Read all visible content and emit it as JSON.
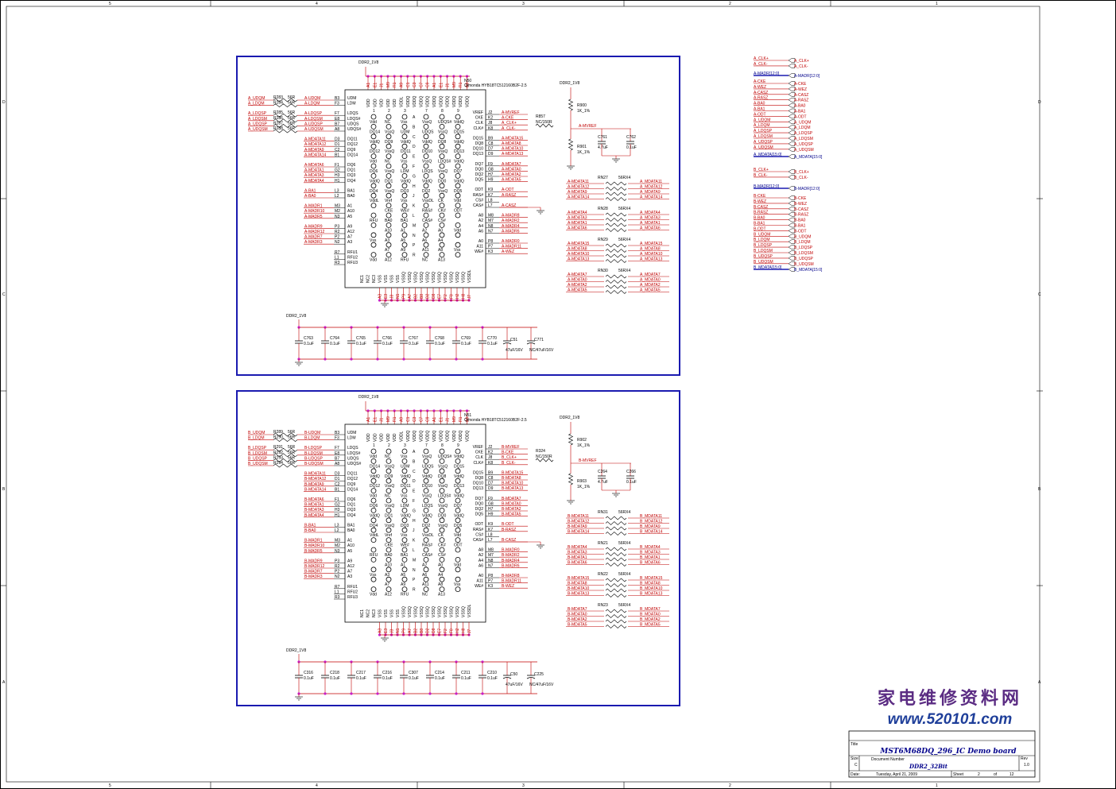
{
  "frame": {
    "top_numbers": [
      "5",
      "4",
      "3",
      "2",
      "1"
    ],
    "side_letters": [
      "D",
      "C",
      "B",
      "A"
    ]
  },
  "watermark": {
    "line1": "家电维修资料网",
    "line2": "www.520101.com"
  },
  "title_block": {
    "title_label": "Title",
    "title": "MST6M68DQ_296_IC Demo board",
    "size_label": "Size",
    "size": "C",
    "doc_label": "Document Number",
    "doc_number": "DDR2_32Bit",
    "rev_label": "Rev",
    "rev": "1.0",
    "date_label": "Date:",
    "date": "Tuesday, April 21, 2009",
    "sheet_label": "Sheet",
    "sheet": "2",
    "of_label": "of",
    "total": "12"
  },
  "chip_common": {
    "part": "Qimonda HYB18TC512160B2F-2.5",
    "supply": "DDR2_1V8",
    "vref_net": "MVREF",
    "r_top_val": "1K_1%",
    "cap_small": "4.7uF",
    "cap_01": "0.1uF",
    "rn_val": "56RX4",
    "res_56": "56R",
    "cap_big": "47uF/16V",
    "cap_big_nc": "NC/47uF/16V",
    "top_pins": [
      "A1",
      "E1",
      "J1",
      "M9",
      "R1",
      "A9",
      "C1",
      "C3",
      "C7",
      "C9"
    ],
    "top_vdd": [
      "VDD",
      "VDD",
      "VDD",
      "VDD",
      "VDD",
      "VDDL",
      "VDDQ",
      "VDDQ",
      "VDDQ",
      "VDDQ",
      "VDDQ",
      "VDDQ",
      "VDDQ",
      "VDDQ",
      "VDDQ",
      "VDDQ"
    ],
    "left_pins": [
      "UDM",
      "LDM",
      "LDQS",
      "LDQS#",
      "UDQS",
      "UDQS#",
      "DQ11",
      "DQ12",
      "DQ9",
      "DQ14",
      "DQ6",
      "DQ1",
      "DQ3",
      "DQ4",
      "BA1",
      "BA0",
      "A1",
      "A10",
      "A5",
      "A9",
      "A12",
      "A7",
      "A3",
      "RFU1",
      "RFU2",
      "RFU3"
    ],
    "left_nums": [
      "B3",
      "F3",
      "F7",
      "E8",
      "B7",
      "A8",
      "D3",
      "D1",
      "C2",
      "B1",
      "F1",
      "G2",
      "H3",
      "H1",
      "L3",
      "L2",
      "M3",
      "M2",
      "N3",
      "P3",
      "R2",
      "P2",
      "N2",
      "R7",
      "L1",
      "R3"
    ],
    "right_pins": [
      "VREF",
      "CKE",
      "CLK",
      "CLK#",
      "DQ15",
      "DQ8",
      "DQ10",
      "DQ13",
      "DQ7",
      "DQ0",
      "DQ2",
      "DQ5",
      "ODT",
      "RAS#",
      "CS#",
      "CAS#",
      "A8",
      "A2",
      "A4",
      "A6",
      "A0",
      "A11",
      "WE#"
    ],
    "right_nums": [
      "J2",
      "K2",
      "J8",
      "K8",
      "B9",
      "C8",
      "D7",
      "D9",
      "F9",
      "G8",
      "H7",
      "H9",
      "K9",
      "K7",
      "L8",
      "L7",
      "M8",
      "M7",
      "N8",
      "N7",
      "P8",
      "P7",
      "K3"
    ],
    "bottom_vss": [
      "VSS",
      "VSS",
      "VSS",
      "VSS",
      "VSSQ",
      "VSSQ",
      "VSSQ",
      "VSSQ",
      "VSSQ",
      "VSSQ",
      "VSSQ",
      "VSSQ",
      "VSSQ",
      "VSSQ",
      "VSSQ",
      "VSSDL"
    ],
    "bottom_nc": [
      "NC1",
      "NC2",
      "NC3"
    ],
    "bottom_pins": [
      "A3",
      "E3",
      "J3",
      "N1",
      "P9",
      "A7",
      "B2",
      "B8",
      "D2",
      "D8",
      "E7",
      "F2",
      "F8",
      "H2",
      "H8",
      "J7"
    ],
    "bga_rows": [
      "A",
      "B",
      "C",
      "D",
      "E",
      "F",
      "G",
      "H",
      "J",
      "K",
      "L",
      "M",
      "N",
      "P",
      "R"
    ],
    "bga_cols": [
      "1",
      "2",
      "3",
      "7",
      "8",
      "9"
    ],
    "bga_labels": [
      [
        "Vdd",
        "NC",
        "Vss",
        "VssQ",
        "UDQS#",
        "VddQ"
      ],
      [
        "DQ14",
        "VssQ",
        "UDM",
        "UDQS",
        "VssQ",
        "DQ15"
      ],
      [
        "VddQ",
        "DQ9",
        "VddQ",
        "VddQ",
        "DQ8",
        "VddQ"
      ],
      [
        "DQ12",
        "VssQ",
        "DQ11",
        "DQ10",
        "VssQ",
        "DQ13"
      ],
      [
        "Vdd",
        "NC",
        "Vss",
        "VssQ",
        "LDQS#",
        "VddQ"
      ],
      [
        "DQ6",
        "VssQ",
        "LDM",
        "LDQS",
        "VssQ",
        "DQ7"
      ],
      [
        "VddQ",
        "DQ1",
        "VddQ",
        "VddQ",
        "DQ0",
        "VddQ"
      ],
      [
        "DQ4",
        "VssQ",
        "DQ3",
        "DQ2",
        "VssQ",
        "DQ5"
      ],
      [
        "VddL",
        "Vref",
        "Vss",
        "VssDL",
        "CK",
        "Vdd"
      ],
      [
        "",
        "CKE",
        "WE#",
        "RAS#",
        "CK#",
        "ODT"
      ],
      [
        "RFU",
        "BA0",
        "BA1",
        "CAS#",
        "CS#",
        ""
      ],
      [
        "",
        "A10",
        "A1",
        "A2",
        "A0",
        "Vdd"
      ],
      [
        "Vss",
        "A3",
        "A5",
        "A6",
        "A4",
        ""
      ],
      [
        "",
        "A7",
        "A9",
        "A11",
        "A8",
        "Vss"
      ],
      [
        "Vdd",
        "A12",
        "RFU",
        "NC",
        "A13",
        ""
      ]
    ]
  },
  "block_a": {
    "chip_ref": "N50",
    "vref_res_top": "R900",
    "vref_res_bot": "R901",
    "cap_vref_small": "C761",
    "cap_vref_01": "C762",
    "clk_res": "R857",
    "clk_res_val": "NC/150R",
    "left_res_refs": [
      "R283",
      "R284",
      "R285",
      "R286",
      "R287",
      "R288"
    ],
    "left_nets_outer": [
      "A_UDQM",
      "A_LDQM",
      "A_LDQSP",
      "A_LDQSM",
      "A_UDQSP",
      "A_UDQSM"
    ],
    "left_nets_inner": [
      "A-UDQM",
      "A-LDQM",
      "A-LDQSP",
      "A-LDQSM",
      "A-UDQSP",
      "A-UDQSM"
    ],
    "left_data_nets": [
      "A-MDATA11",
      "A-MDATA12",
      "A-MDATA9",
      "A-MDATA14",
      "A-MDATA6",
      "A-MDATA1",
      "A-MDATA3",
      "A-MDATA4",
      "A-BA1",
      "A-BA0",
      "A-MADR1",
      "A-MADR10",
      "A-MADR5",
      "A-MADR9",
      "A-MADR12",
      "A-MADR7",
      "A-MADR3"
    ],
    "right_nets": [
      "A-MVREF",
      "A-CKE",
      "A_CLK+",
      "A_CLK-",
      "A-MDATA15",
      "A-MDATA8",
      "A-MDATA10",
      "A-MDATA13",
      "A-MDATA7",
      "A-MDATA0",
      "A-MDATA2",
      "A-MDATA5",
      "A-ODT",
      "A-RASZ",
      "",
      "A-CASZ",
      "A-MADR8",
      "A-MADR2",
      "A-MADR4",
      "A-MADR6",
      "A-MADR0",
      "A-MADR11",
      "A-WEZ"
    ],
    "decap_refs": [
      "C763",
      "C764",
      "C765",
      "C766",
      "C767",
      "C768",
      "C769",
      "C770"
    ],
    "bulk_refs": [
      "C51",
      "C771"
    ],
    "rn": [
      {
        "ref": "RN27",
        "left": [
          "A-MDATA11",
          "A-MDATA12",
          "A-MDATA9",
          "A-MDATA14"
        ],
        "right": [
          "A_MDATA11",
          "A_MDATA12",
          "A_MDATA9",
          "A_MDATA14"
        ]
      },
      {
        "ref": "RN28",
        "left": [
          "A-MDATA4",
          "A-MDATA3",
          "A-MDATA1",
          "A-MDATA6"
        ],
        "right": [
          "A_MDATA4",
          "A_MDATA3",
          "A_MDATA1",
          "A_MDATA6"
        ]
      },
      {
        "ref": "RN29",
        "left": [
          "A-MDATA15",
          "A-MDATA8",
          "A-MDATA10",
          "A-MDATA13"
        ],
        "right": [
          "A_MDATA15",
          "A_MDATA8",
          "A_MDATA10",
          "A_MDATA13"
        ]
      },
      {
        "ref": "RN30",
        "left": [
          "A-MDATA7",
          "A-MDATA0",
          "A-MDATA2",
          "A-MDATA5"
        ],
        "right": [
          "A_MDATA7",
          "A_MDATA0",
          "A_MDATA2",
          "A_MDATA5"
        ]
      }
    ]
  },
  "block_b": {
    "chip_ref": "N51",
    "vref_res_top": "R902",
    "vref_res_bot": "R903",
    "cap_vref_small": "C264",
    "cap_vref_01": "C266",
    "clk_res": "R324",
    "clk_res_val": "NC/150R",
    "left_res_refs": [
      "R289",
      "R290",
      "R291",
      "R292",
      "R293",
      "R294"
    ],
    "left_nets_outer": [
      "B_UDQM",
      "B_LDQM",
      "B_LDQSP",
      "B_LDQSM",
      "B_UDQSP",
      "B_UDQSM"
    ],
    "left_nets_inner": [
      "B-UDQM",
      "B-LDQM",
      "B-LDQSP",
      "B-LDQSM",
      "B-UDQSP",
      "B-UDQSM"
    ],
    "left_data_nets": [
      "B-MDATA11",
      "B-MDATA12",
      "B-MDATA9",
      "B-MDATA14",
      "B-MDATA6",
      "B-MDATA1",
      "B-MDATA3",
      "B-MDATA4",
      "B-BA1",
      "B-BA0",
      "B-MADR1",
      "B-MADR10",
      "B-MADR5",
      "B-MADR9",
      "B-MADR12",
      "B-MADR7",
      "B-MADR3"
    ],
    "right_nets": [
      "B-MVREF",
      "B-CKE",
      "B_CLK+",
      "B_CLK-",
      "B-MDATA15",
      "B-MDATA8",
      "B-MDATA10",
      "B-MDATA13",
      "B-MDATA7",
      "B-MDATA0",
      "B-MDATA2",
      "B-MDATA5",
      "B-ODT",
      "B-RASZ",
      "",
      "B-CASZ",
      "B-MADR0",
      "B-MADR2",
      "B-MADR4",
      "B-MADR6",
      "B-MADR8",
      "B-MADR11",
      "B-WEZ"
    ],
    "decap_refs": [
      "C316",
      "C218",
      "C217",
      "C216",
      "C307",
      "C214",
      "C211",
      "C210"
    ],
    "bulk_refs": [
      "C50",
      "C225"
    ],
    "rn": [
      {
        "ref": "RN31",
        "left": [
          "B-MDATA11",
          "B-MDATA12",
          "B-MDATA9",
          "B-MDATA14"
        ],
        "right": [
          "B_MDATA11",
          "B_MDATA12",
          "B_MDATA9",
          "B_MDATA14"
        ]
      },
      {
        "ref": "RN21",
        "left": [
          "B-MDATA4",
          "B-MDATA3",
          "B-MDATA1",
          "B-MDATA6"
        ],
        "right": [
          "B_MDATA4",
          "B_MDATA3",
          "B_MDATA1",
          "B_MDATA6"
        ]
      },
      {
        "ref": "RN22",
        "left": [
          "B-MDATA15",
          "B-MDATA8",
          "B-MDATA10",
          "B-MDATA13"
        ],
        "right": [
          "B_MDATA15",
          "B_MDATA8",
          "B_MDATA10",
          "B_MDATA13"
        ]
      },
      {
        "ref": "RN23",
        "left": [
          "B-MDATA7",
          "B-MDATA0",
          "B-MDATA2",
          "B-MDATA5"
        ],
        "right": [
          "B_MDATA7",
          "B_MDATA0",
          "B_MDATA2",
          "B_MDATA5"
        ]
      }
    ]
  },
  "offpage": {
    "groups": [
      {
        "left": [
          "A_CLK+",
          "A_CLK-"
        ],
        "right": [
          "A_CLK+",
          "A_CLK-"
        ],
        "bus": false
      },
      {
        "left": [
          "A-MADR[12:0]"
        ],
        "right": [
          "A-MADR[12:0]"
        ],
        "bus": true
      },
      {
        "left": [
          "A-CKE",
          "A-WEZ",
          "A-CASZ",
          "A-RASZ",
          "A-BA0",
          "A-BA1",
          "A-ODT",
          "A_UDQM",
          "A_LDQM",
          "A_LDQSP",
          "A_LDQSM",
          "A_UDQSP",
          "A_UDQSM"
        ],
        "right": [
          "A-CKE",
          "A-WEZ",
          "A-CASZ",
          "A-RASZ",
          "A-BA0",
          "A-BA1",
          "A-ODT",
          "A_UDQM",
          "A_LDQM",
          "A_LDQSP",
          "A_LDQSM",
          "A_UDQSP",
          "A_UDQSM"
        ],
        "bus": false
      },
      {
        "left": [
          "A_MDATA[15:0]"
        ],
        "right": [
          "A_MDATA[15:0]"
        ],
        "bus": true
      },
      {
        "left": [
          "B_CLK+",
          "B_CLK-"
        ],
        "right": [
          "B_CLK+",
          "B_CLK-"
        ],
        "bus": false
      },
      {
        "left": [
          "B-MADR[12:0]"
        ],
        "right": [
          "B-MADR[12:0]"
        ],
        "bus": true
      },
      {
        "left": [
          "B-CKE",
          "B-WEZ",
          "B-CASZ",
          "B-RASZ",
          "B-BA0",
          "B-BA1",
          "B-ODT",
          "B_UDQM",
          "B_LDQM",
          "B_LDQSP",
          "B_LDQSM",
          "B_UDQSP",
          "B_UDQSM"
        ],
        "right": [
          "B-CKE",
          "B-WEZ",
          "B-CASZ",
          "B-RASZ",
          "B-BA0",
          "B-BA1",
          "B-ODT",
          "B_UDQM",
          "B_LDQM",
          "B_LDQSP",
          "B_LDQSM",
          "B_UDQSP",
          "B_UDQSM"
        ],
        "bus": false
      },
      {
        "left": [
          "B_MDATA[15:0]"
        ],
        "right": [
          "B_MDATA[15:0]"
        ],
        "bus": true
      }
    ]
  }
}
